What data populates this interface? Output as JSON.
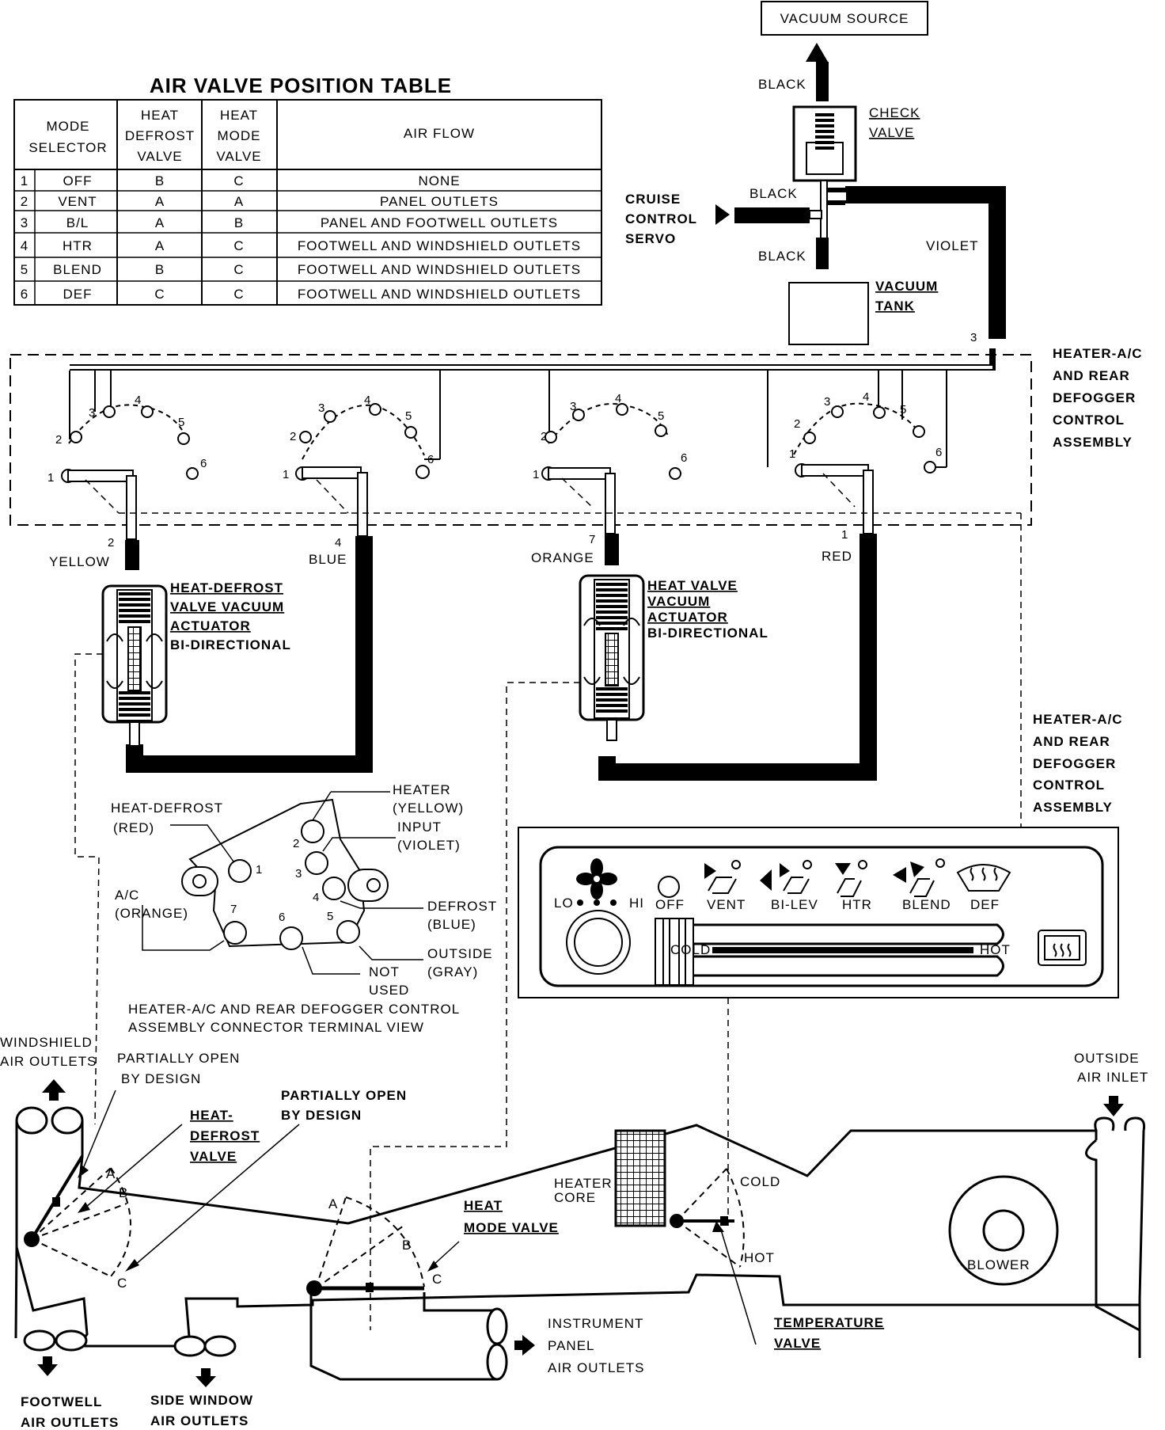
{
  "table": {
    "title": "AIR VALVE POSITION TABLE",
    "headers": [
      [
        "MODE",
        "SELECTOR"
      ],
      [
        "HEAT",
        "DEFROST",
        "VALVE"
      ],
      [
        "HEAT",
        "MODE",
        "VALVE"
      ],
      [
        "AIR FLOW"
      ]
    ],
    "rows": [
      {
        "n": "1",
        "mode": "OFF",
        "hd": "B",
        "hm": "C",
        "flow": "NONE"
      },
      {
        "n": "2",
        "mode": "VENT",
        "hd": "A",
        "hm": "A",
        "flow": "PANEL OUTLETS"
      },
      {
        "n": "3",
        "mode": "B/L",
        "hd": "A",
        "hm": "B",
        "flow": "PANEL AND FOOTWELL OUTLETS"
      },
      {
        "n": "4",
        "mode": "HTR",
        "hd": "A",
        "hm": "C",
        "flow": "FOOTWELL AND WINDSHIELD OUTLETS"
      },
      {
        "n": "5",
        "mode": "BLEND",
        "hd": "B",
        "hm": "C",
        "flow": "FOOTWELL AND WINDSHIELD OUTLETS"
      },
      {
        "n": "6",
        "mode": "DEF",
        "hd": "C",
        "hm": "C",
        "flow": "FOOTWELL AND WINDSHIELD OUTLETS"
      }
    ]
  },
  "vacuum": {
    "source": "VACUUM SOURCE",
    "black1": "BLACK",
    "check_valve": [
      "CHECK",
      "VALVE"
    ],
    "black2": "BLACK",
    "cruise": [
      "CRUISE",
      "CONTROL",
      "SERVO"
    ],
    "black3": "BLACK",
    "violet": "VIOLET",
    "tank": [
      "VACUUM",
      "TANK"
    ],
    "port3": "3"
  },
  "control_assembly": [
    "HEATER-A/C",
    "AND REAR",
    "DEFOGGER",
    "CONTROL",
    "ASSEMBLY"
  ],
  "switch_numbers": [
    "1",
    "2",
    "3",
    "4",
    "5",
    "6"
  ],
  "hoses": {
    "yellow": {
      "num": "2",
      "name": "YELLOW"
    },
    "blue": {
      "num": "4",
      "name": "BLUE"
    },
    "orange": {
      "num": "7",
      "name": "ORANGE"
    },
    "red": {
      "num": "1",
      "name": "RED"
    }
  },
  "actuators": {
    "heat_defrost": [
      "HEAT-DEFROST",
      "VALVE VACUUM",
      "ACTUATOR",
      "BI-DIRECTIONAL"
    ],
    "heat_valve": [
      "HEAT VALVE",
      "VACUUM",
      "ACTUATOR",
      "BI-DIRECTIONAL"
    ]
  },
  "connector": {
    "heat_defrost": [
      "HEAT-DEFROST",
      "(RED)"
    ],
    "heater": [
      "HEATER",
      "(YELLOW)"
    ],
    "input": [
      "INPUT",
      "(VIOLET)"
    ],
    "ac": [
      "A/C",
      "(ORANGE)"
    ],
    "defrost": [
      "DEFROST",
      "(BLUE)"
    ],
    "outside": [
      "OUTSIDE",
      "(GRAY)"
    ],
    "not_used": [
      "NOT",
      "USED"
    ],
    "pins": [
      "1",
      "2",
      "3",
      "4",
      "5",
      "6",
      "7"
    ],
    "caption": [
      "HEATER-A/C AND REAR DEFOGGER CONTROL",
      "ASSEMBLY CONNECTOR TERMINAL VIEW"
    ]
  },
  "panel": {
    "lo": "LO",
    "hi": "HI",
    "modes": [
      "OFF",
      "VENT",
      "BI-LEV",
      "HTR",
      "BLEND",
      "DEF"
    ],
    "cold": "COLD",
    "hot": "HOT"
  },
  "duct": {
    "windshield": [
      "WINDSHIELD",
      "AIR OUTLETS"
    ],
    "partial1": [
      "PARTIALLY OPEN",
      "BY DESIGN"
    ],
    "heat_defrost_valve": [
      "HEAT-",
      "DEFROST",
      "VALVE"
    ],
    "partial2": [
      "PARTIALLY OPEN",
      "BY DESIGN"
    ],
    "heater_core": [
      "HEATER",
      "CORE"
    ],
    "cold": "COLD",
    "hot": "HOT",
    "outside": [
      "OUTSIDE",
      "AIR INLET"
    ],
    "heat_mode_valve": [
      "HEAT",
      "MODE VALVE"
    ],
    "blower": "BLOWER",
    "instrument": [
      "INSTRUMENT",
      "PANEL",
      "AIR OUTLETS"
    ],
    "temp_valve": [
      "TEMPERATURE",
      "VALVE"
    ],
    "footwell": [
      "FOOTWELL",
      "AIR OUTLETS"
    ],
    "side_window": [
      "SIDE WINDOW",
      "AIR OUTLETS"
    ],
    "abc": [
      "A",
      "B",
      "C"
    ]
  }
}
